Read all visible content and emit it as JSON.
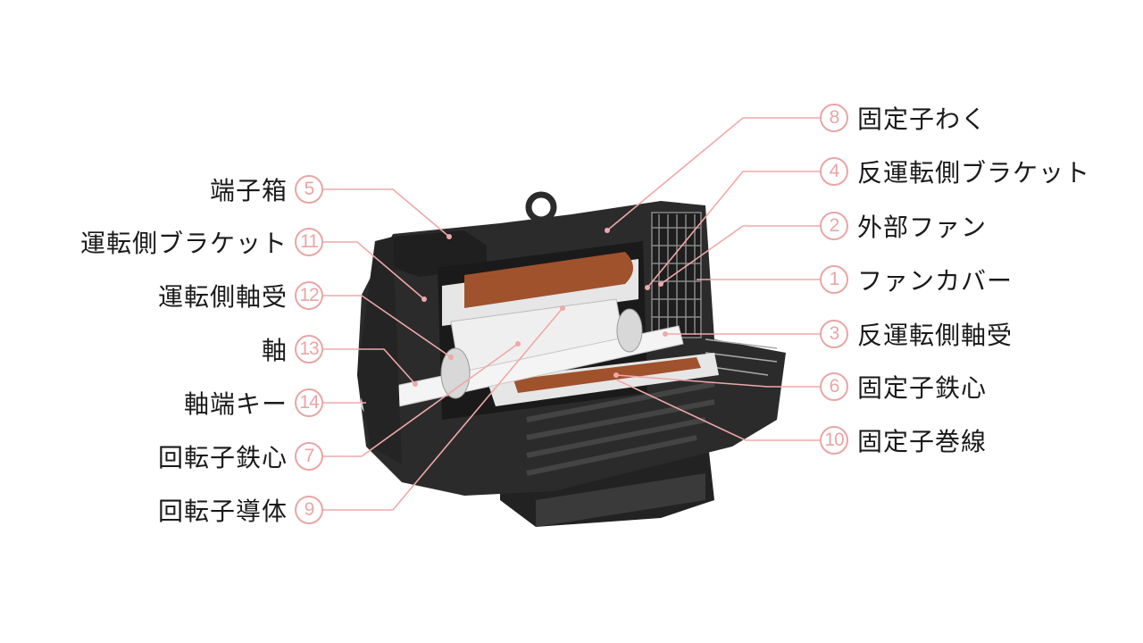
{
  "colors": {
    "leader": "#f0a8a8",
    "motor_body": "#2b2b2b",
    "copper": "#a0522d",
    "steel": "#e6e6e6"
  },
  "labels_left": [
    {
      "number": "5",
      "text": "端子箱"
    },
    {
      "number": "11",
      "text": "運転側ブラケット"
    },
    {
      "number": "12",
      "text": "運転側軸受"
    },
    {
      "number": "13",
      "text": "軸"
    },
    {
      "number": "14",
      "text": "軸端キー"
    },
    {
      "number": "7",
      "text": "回転子鉄心"
    },
    {
      "number": "9",
      "text": "回転子導体"
    }
  ],
  "labels_right": [
    {
      "number": "8",
      "text": "固定子わく"
    },
    {
      "number": "4",
      "text": "反運転側ブラケット"
    },
    {
      "number": "2",
      "text": "外部ファン"
    },
    {
      "number": "1",
      "text": "ファンカバー"
    },
    {
      "number": "3",
      "text": "反運転側軸受"
    },
    {
      "number": "6",
      "text": "固定子鉄心"
    },
    {
      "number": "10",
      "text": "固定子巻線"
    }
  ]
}
